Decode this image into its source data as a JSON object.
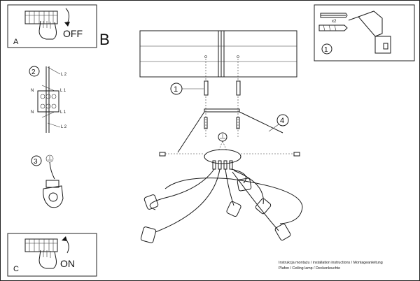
{
  "panels": {
    "a": {
      "letter": "A",
      "switch_state": "OFF"
    },
    "b": {
      "letter": "B"
    },
    "c": {
      "letter": "C",
      "switch_state": "ON"
    }
  },
  "steps": {
    "step1": "1",
    "step2": "2",
    "step3": "3",
    "step4": "4",
    "step1_box": "1"
  },
  "wiring": {
    "l2_top": "L 2",
    "l1_top": "L 1",
    "n_top": "N",
    "n_bottom": "N",
    "l1_bottom": "L 1",
    "l2_bottom": "L 2"
  },
  "hardware": {
    "quantity": "x2"
  },
  "caption": {
    "line1": "Instrukcja montażu / installation instructions / Montageanleitung",
    "line2": "Plafon / Ceiling lamp / Deckenleuchte"
  }
}
